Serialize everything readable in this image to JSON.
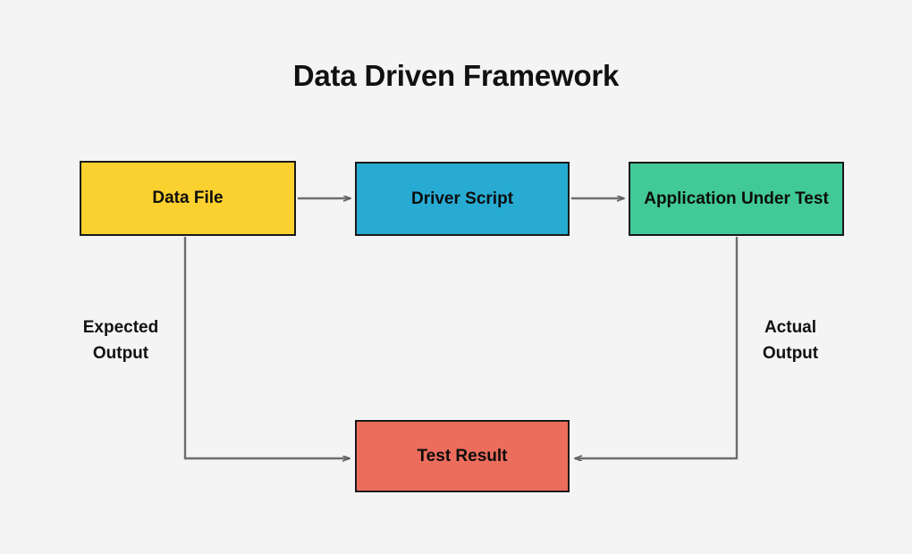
{
  "diagram": {
    "title": "Data Driven Framework",
    "background_color": "#f4f4f4",
    "type": "flowchart",
    "nodes": [
      {
        "id": "data-file",
        "label": "Data File",
        "fill_color": "#FBD12F",
        "border_color": "#1a1a1a",
        "text_color": "#0d0d0d"
      },
      {
        "id": "driver-script",
        "label": "Driver Script",
        "fill_color": "#27ABD3",
        "border_color": "#1a1a1a",
        "text_color": "#0d0d0d"
      },
      {
        "id": "application-under-test",
        "label": "Application Under Test",
        "fill_color": "#41C997",
        "border_color": "#1a1a1a",
        "text_color": "#0d0d0d"
      },
      {
        "id": "test-result",
        "label": "Test Result",
        "fill_color": "#EC6D5C",
        "border_color": "#1a1a1a",
        "text_color": "#0d0d0d"
      }
    ],
    "edges": [
      {
        "id": "data-file-to-driver-script",
        "from": "data-file",
        "to": "driver-script",
        "label": "",
        "color": "#6e6e6e",
        "arrow": "end"
      },
      {
        "id": "driver-script-to-application-under-test",
        "from": "driver-script",
        "to": "application-under-test",
        "label": "",
        "color": "#6e6e6e",
        "arrow": "end"
      },
      {
        "id": "data-file-to-test-result",
        "from": "data-file",
        "to": "test-result",
        "label": "Expected Output",
        "label_line_1": "Expected",
        "label_line_2": "Output",
        "color": "#6e6e6e",
        "arrow": "end"
      },
      {
        "id": "application-under-test-to-test-result",
        "from": "application-under-test",
        "to": "test-result",
        "label": "Actual Output",
        "label_line_1": "Actual",
        "label_line_2": "Output",
        "color": "#6e6e6e",
        "arrow": "end"
      }
    ]
  }
}
